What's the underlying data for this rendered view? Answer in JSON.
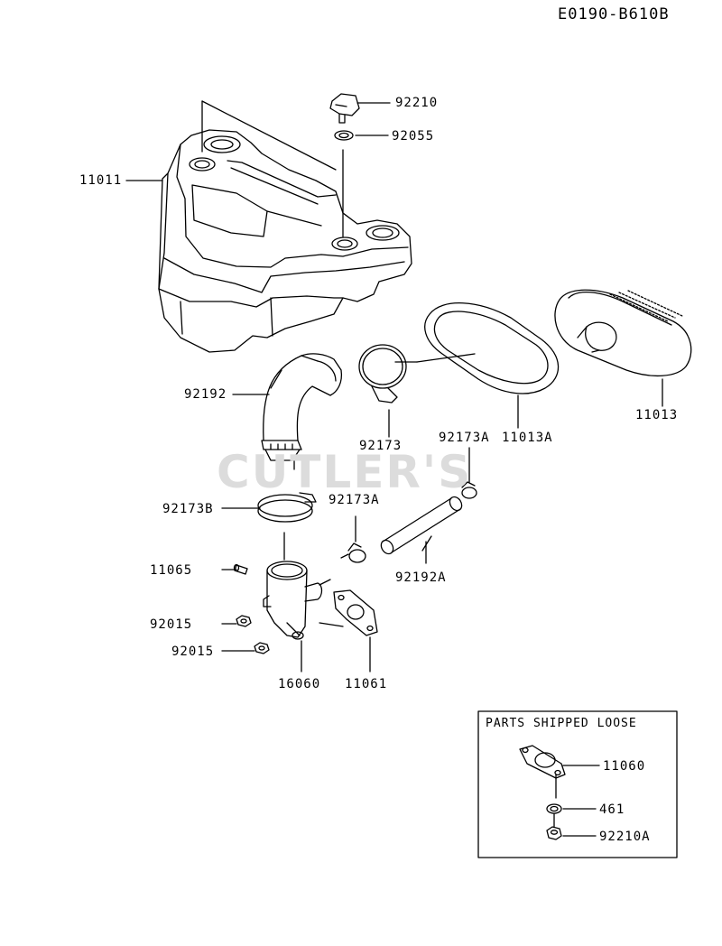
{
  "diagram_code": "E0190-B610B",
  "watermark": "CUTLER'S",
  "loose_box_title": "PARTS SHIPPED LOOSE",
  "labels": {
    "p92210": "92210",
    "p92055": "92055",
    "p11011": "11011",
    "p92192": "92192",
    "p92173": "92173",
    "p92173A_top": "92173A",
    "p11013A": "11013A",
    "p11013": "11013",
    "p92173B": "92173B",
    "p92173A_mid": "92173A",
    "p11065": "11065",
    "p92192A": "92192A",
    "p92015_a": "92015",
    "p92015_b": "92015",
    "p16060": "16060",
    "p11061": "11061",
    "p11060": "11060",
    "p461": "461",
    "p92210A": "92210A"
  }
}
